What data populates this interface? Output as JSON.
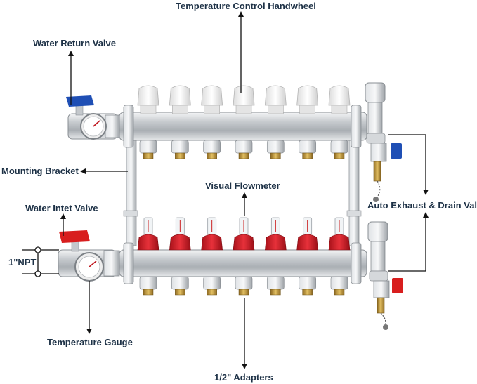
{
  "labels": {
    "handwheel": "Temperature Control Handwheel",
    "return_valve": "Water Return Valve",
    "mounting_bracket": "Mounting Bracket",
    "flowmeter": "Visual  Flowmeter",
    "intet_valve": "Water Intet Valve",
    "npt": "1\"NPT",
    "auto_exhaust": "Auto Exhaust & Drain Valve",
    "temp_gauge": "Temperature Gauge",
    "adapters": "1/2\" Adapters"
  },
  "colors": {
    "label_text": "#1d3146",
    "return_handle": "#1f4fb5",
    "supply_handle": "#d81e1e",
    "flowmeter_red": "#d8202b",
    "steel": "#c9ccd0",
    "brass": "#c49a3b",
    "cap_white": "#f2f2f2"
  },
  "manifold": {
    "loops": 7
  }
}
